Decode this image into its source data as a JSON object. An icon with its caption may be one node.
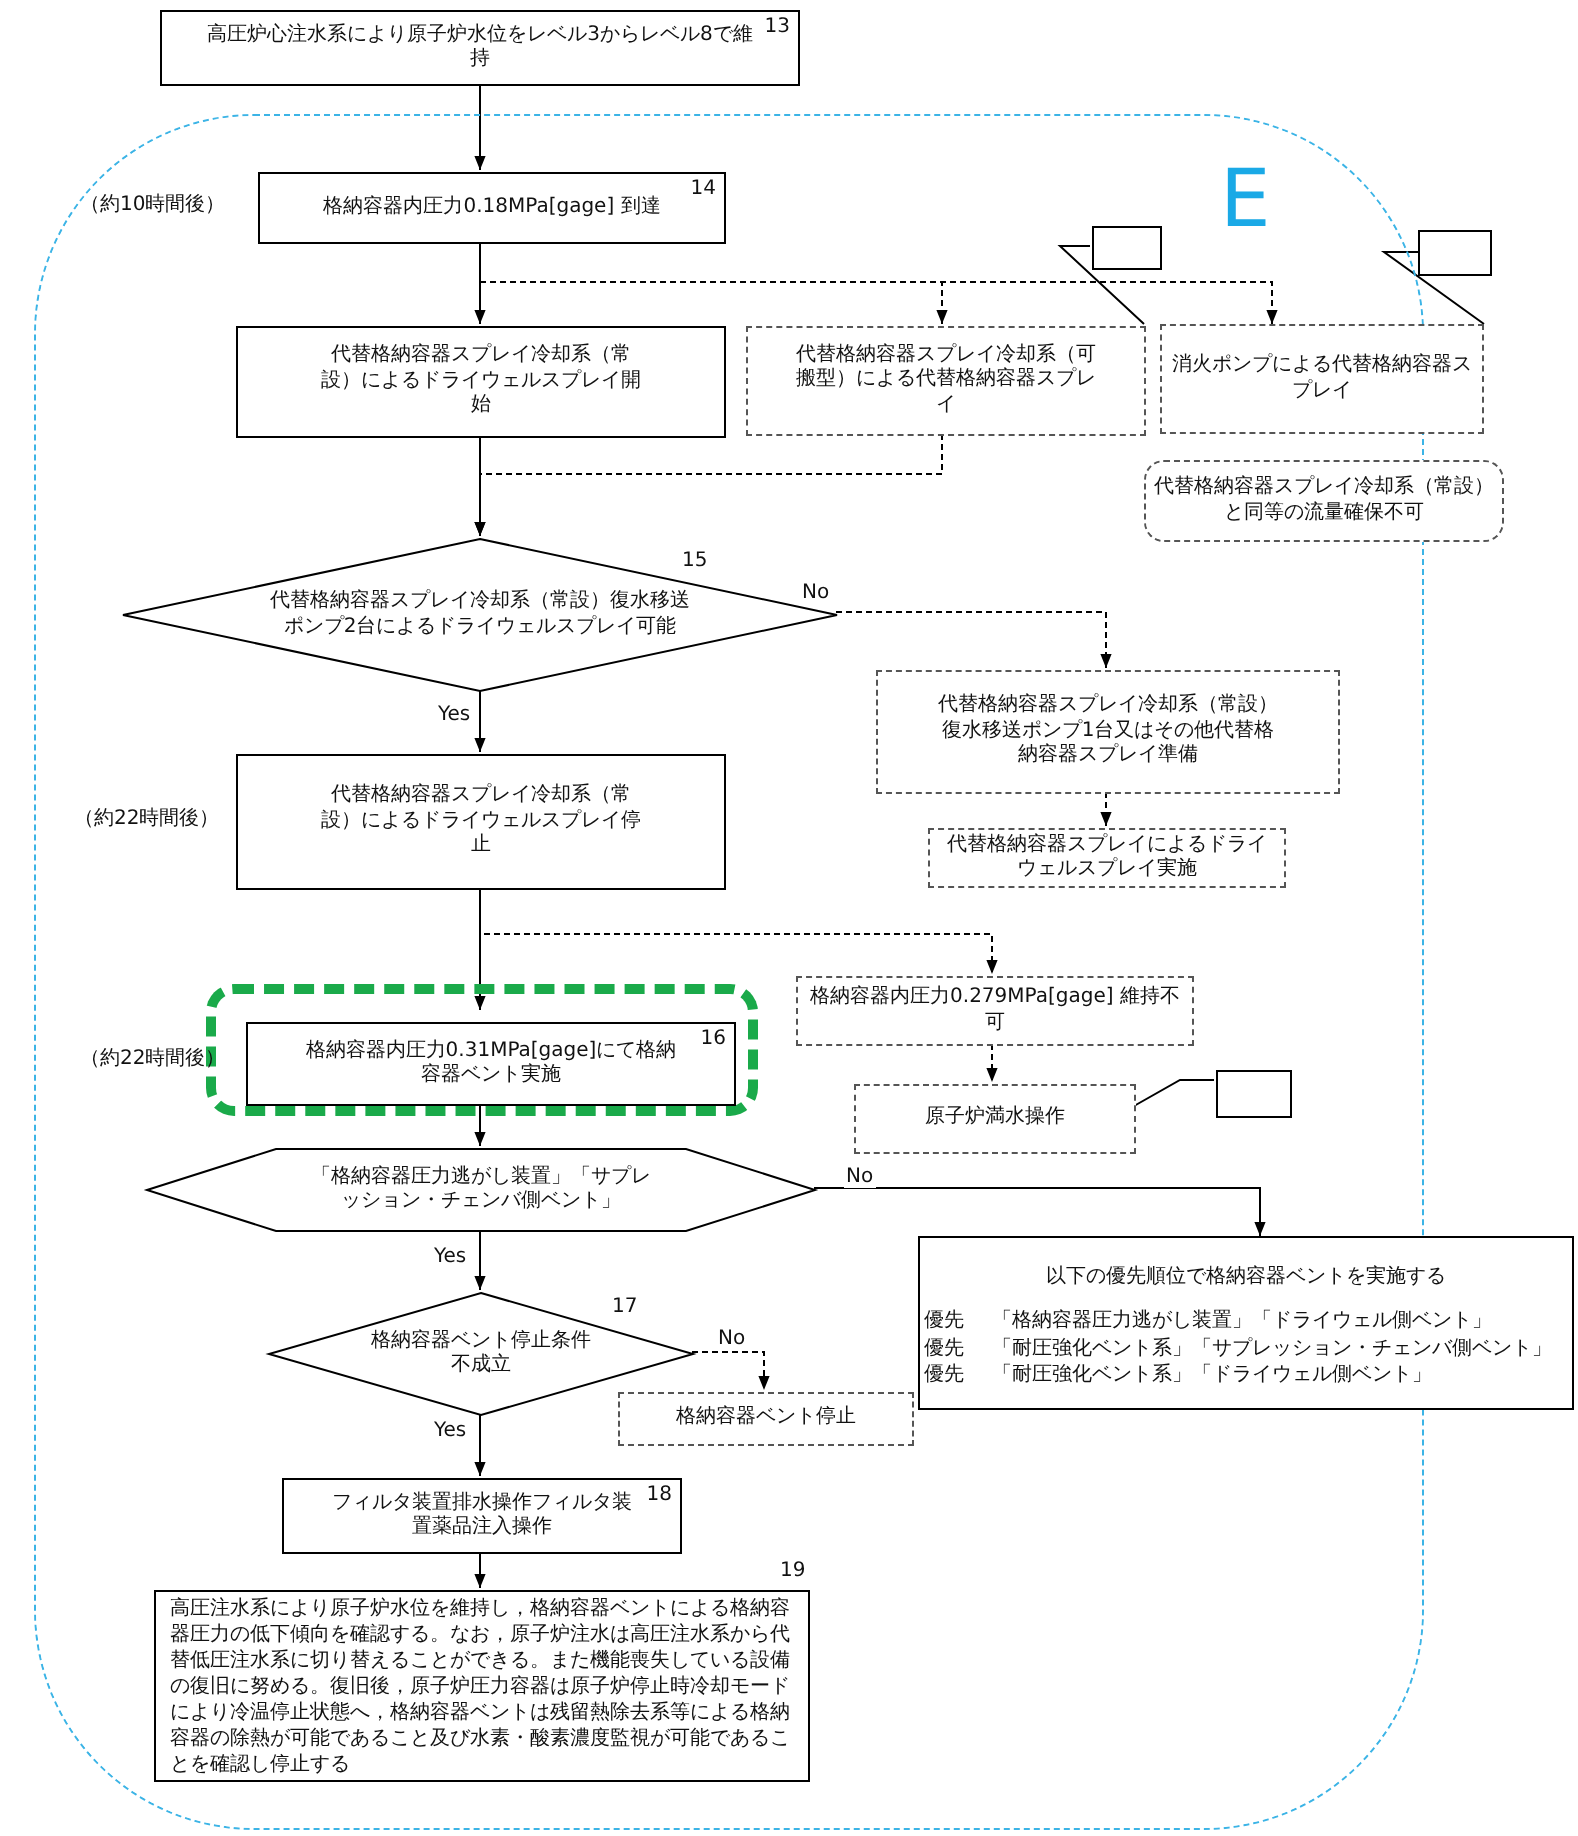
{
  "diagram": {
    "nodes": [
      {
        "text": [
          "高圧炉心注水系により原子炉水位をレベル3からレベル8で維持",
          "13"
        ]
      },
      {
        "text": [
          "E"
        ]
      },
      {
        "text": [
          "格納容器内圧力0.18MPa[gage] 到達",
          "14"
        ],
        "beside": [
          "（約10時間後）"
        ],
        "in": 1
      },
      {
        "text": [],
        "shape": "box",
        "in": 1
      },
      {
        "text": [],
        "shape": "box"
      },
      {
        "text": [
          "代替格納容器スプレイ冷却系（常設）によるドライウェルスプレイ開始"
        ],
        "in": 1
      },
      {
        "text": [
          "代替格納容器スプレイ冷却系（可搬型）による代替格納容器スプレイ"
        ],
        "in": 1
      },
      {
        "text": [
          "消火ポンプによる代替格納容器スプレイ"
        ]
      },
      {
        "text": [
          "代替格納容器スプレイ冷却系（常設）と同等の流量確保不可"
        ]
      },
      {
        "text": [
          "代替格納容器スプレイ冷却系（常設）復水移送ポンプ2台によるドライウェルスプレイ可能"
        ],
        "beside": [
          "15"
        ],
        "in": 1
      },
      {
        "text": [
          "代替格納容器スプレイ冷却系（常設）復水移送ポンプ1台又はその他代替格納容器スプレイ準備"
        ],
        "in": 1
      },
      {
        "text": [
          "代替格納容器スプレイによるドライウェルスプレイ実施"
        ],
        "in": 1
      },
      {
        "text": [
          "代替格納容器スプレイ冷却系（常設）によるドライウェルスプレイ停止"
        ],
        "beside": [
          "（約22時間後）"
        ],
        "in": 1
      },
      {
        "text": [
          "格納容器内圧力0.279MPa[gage] 維持不可"
        ],
        "in": 1
      },
      {
        "text": [],
        "shape": "box",
        "in": 1
      },
      {
        "text": [
          "格納容器内圧力0.31MPa[gage]にて格納容器ベント実施",
          "16"
        ],
        "beside": [
          "（約22時間後）"
        ],
        "in": 14
      },
      {
        "text": [
          "原子炉満水操作"
        ],
        "in": 1
      },
      {
        "text": [],
        "shape": "box",
        "in": 1
      },
      {
        "text": [
          "「格納容器圧力逃がし装置」「サプレッション・チェンバ側ベント」"
        ],
        "in": 1
      },
      {
        "text": [
          "以下の優先順位で格納容器ベントを実施する",
          "優先",
          "「格納容器圧力逃がし装置」「ドライウェル側ベント」",
          "優先",
          "「耐圧強化ベント系」「サプレッション・チェンバ側ベント」",
          "優先",
          "「耐圧強化ベント系」「ドライウェル側ベント」"
        ]
      },
      {
        "text": [
          "格納容器ベント停止条件不成立"
        ],
        "beside": [
          "17"
        ],
        "in": 1
      },
      {
        "text": [
          "格納容器ベント停止"
        ],
        "in": 1
      },
      {
        "text": [
          "フィルタ装置排水操作フィルタ装置薬品注入操作",
          "18"
        ],
        "in": 1
      },
      {
        "text": [
          "高圧注水系により原子炉水位を維持し，格納容器ベントによる格納容器圧力の低下傾向を確認する。なお，原子炉注水は高圧注水系から代替低圧注水系に切り替えることができる。また機能喪失している設備の復旧に努める。復旧後，原子炉圧力容器は原子炉停止時冷却モードにより冷温停止状態へ，格納容器ベントは残留熱除去系等による格納容器の除熱が可能であること及び水素・酸素濃度監視が可能であることを確認し停止する"
        ],
        "beside": [
          "19"
        ],
        "in": 1
      }
    ],
    "edges": [
      {
        "from": 0,
        "to": 2,
        "arrow": "to"
      },
      {
        "from": 2,
        "to": 5,
        "arrow": "to"
      },
      {
        "from": 2,
        "to": 6,
        "arrow": "to",
        "style": "dashed"
      },
      {
        "from": 2,
        "to": 7,
        "arrow": "to",
        "style": "dashed"
      },
      {
        "from": 6,
        "to": 9,
        "arrow": "to",
        "style": "dashed"
      },
      {
        "from": 5,
        "to": 9,
        "arrow": "to"
      },
      {
        "from": 3,
        "to": 6,
        "arrow": "none"
      },
      {
        "from": 4,
        "to": 7,
        "arrow": "none"
      },
      {
        "from": 9,
        "to": 12,
        "arrow": "to",
        "label": "Yes"
      },
      {
        "from": 9,
        "to": 10,
        "arrow": "to",
        "label": "No",
        "style": "dashed"
      },
      {
        "from": 10,
        "to": 11,
        "arrow": "to",
        "style": "dashed"
      },
      {
        "from": 12,
        "to": 15,
        "arrow": "to"
      },
      {
        "from": 12,
        "to": 13,
        "arrow": "to",
        "style": "dashed"
      },
      {
        "from": 13,
        "to": 16,
        "arrow": "to",
        "style": "dashed"
      },
      {
        "from": 17,
        "to": 16,
        "arrow": "none"
      },
      {
        "from": 15,
        "to": 18,
        "arrow": "to"
      },
      {
        "from": 18,
        "to": 20,
        "arrow": "to",
        "label": "Yes"
      },
      {
        "from": 18,
        "to": 19,
        "arrow": "to",
        "label": "No"
      },
      {
        "from": 20,
        "to": 21,
        "arrow": "to",
        "label": "No",
        "style": "dashed"
      },
      {
        "from": 20,
        "to": 22,
        "arrow": "to",
        "label": "Yes"
      },
      {
        "from": 22,
        "to": 23,
        "arrow": "to"
      }
    ]
  }
}
